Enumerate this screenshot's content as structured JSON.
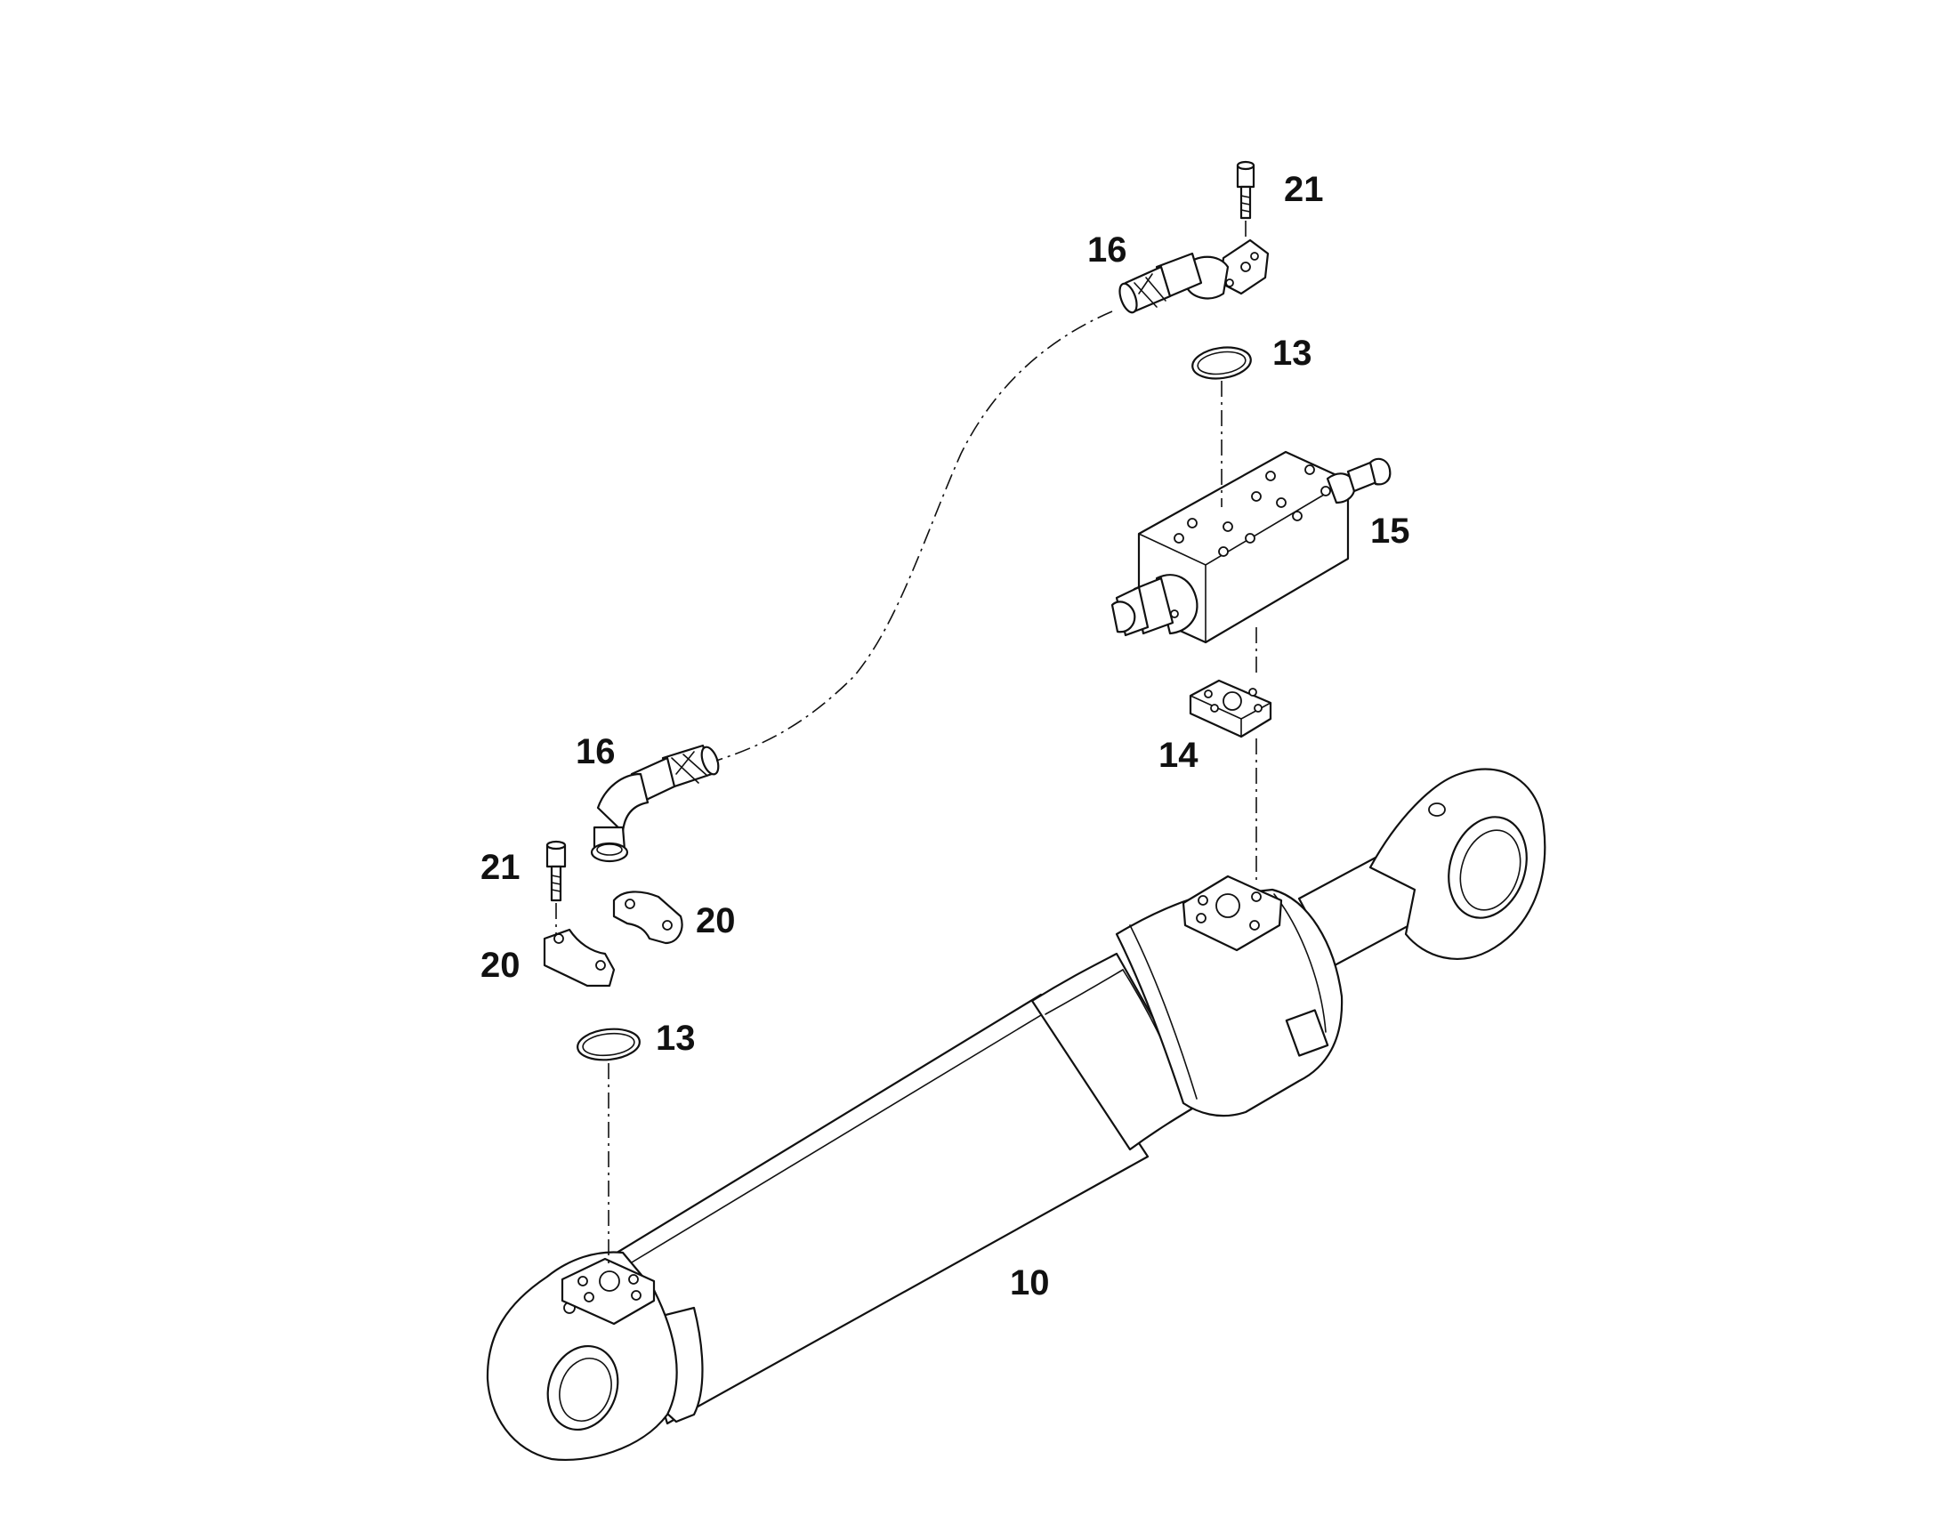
{
  "diagram": {
    "callouts": [
      {
        "id": "c10",
        "label": "10",
        "part": "hydraulic cylinder"
      },
      {
        "id": "c13a",
        "label": "13",
        "part": "o-ring (upper)"
      },
      {
        "id": "c13b",
        "label": "13",
        "part": "o-ring (lower)"
      },
      {
        "id": "c14",
        "label": "14",
        "part": "adapter plate"
      },
      {
        "id": "c15",
        "label": "15",
        "part": "valve block"
      },
      {
        "id": "c16a",
        "label": "16",
        "part": "hose (upper end)"
      },
      {
        "id": "c16b",
        "label": "16",
        "part": "hose (lower end)"
      },
      {
        "id": "c20a",
        "label": "20",
        "part": "split flange half (right)"
      },
      {
        "id": "c20b",
        "label": "20",
        "part": "split flange half (left)"
      },
      {
        "id": "c21a",
        "label": "21",
        "part": "socket head screw (upper)"
      },
      {
        "id": "c21b",
        "label": "21",
        "part": "socket head screw (lower)"
      }
    ]
  }
}
